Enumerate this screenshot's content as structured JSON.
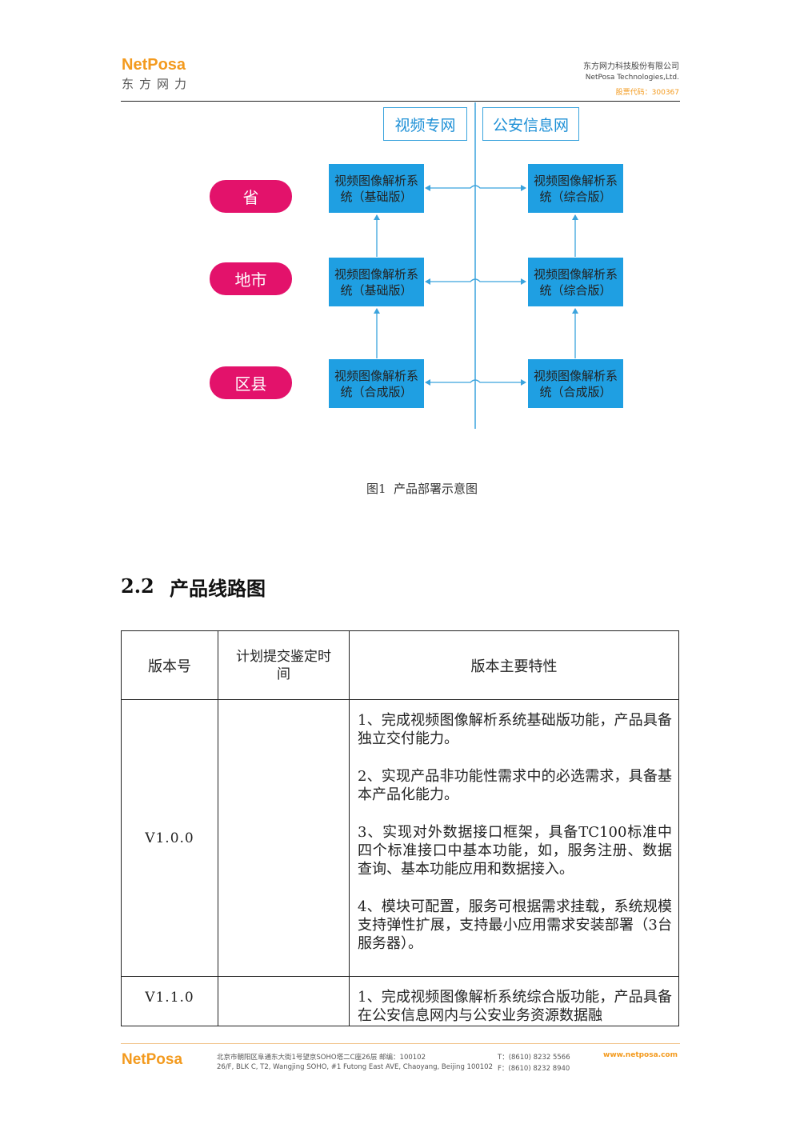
{
  "header": {
    "logo_text": "NetPosa",
    "logo_cn": "东方网力",
    "company_cn": "东方网力科技股份有限公司",
    "company_en": "NetPosa Technologies,Ltd.",
    "stock_code": "股票代码：300367"
  },
  "diagram": {
    "networks": [
      "视频专网",
      "公安信息网"
    ],
    "levels": [
      "省",
      "地市",
      "区县"
    ],
    "left_boxes": [
      {
        "line1": "视频图像解析系",
        "line2": "统（基础版）"
      },
      {
        "line1": "视频图像解析系",
        "line2": "统（基础版）"
      },
      {
        "line1": "视频图像解析系",
        "line2": "统（合成版）"
      }
    ],
    "right_boxes": [
      {
        "line1": "视频图像解析系",
        "line2": "统（综合版）"
      },
      {
        "line1": "视频图像解析系",
        "line2": "统（综合版）"
      },
      {
        "line1": "视频图像解析系",
        "line2": "统（合成版）"
      }
    ],
    "caption": "图1  产品部署示意图"
  },
  "section": {
    "number": "2.2",
    "title": "产品线路图"
  },
  "table": {
    "headers": [
      "版本号",
      "计划提交鉴定时间",
      "版本主要特性"
    ],
    "header2_line1": "计划提交鉴定时",
    "header2_line2": "间",
    "rows": [
      {
        "version": "V1.0.0",
        "date": "",
        "features": [
          "1、完成视频图像解析系统基础版功能，产品具备独立交付能力。",
          "2、实现产品非功能性需求中的必选需求，具备基本产品化能力。",
          "3、实现对外数据接口框架，具备TC100标准中四个标准接口中基本功能，如，服务注册、数据查询、基本功能应用和数据接入。",
          "4、模块可配置，服务可根据需求挂载，系统规模支持弹性扩展，支持最小应用需求安装部署（3台服务器）。"
        ]
      },
      {
        "version": "V1.1.0",
        "date": "",
        "features": [
          "1、完成视频图像解析系统综合版功能，产品具备在公安信息网内与公安业务资源数据融"
        ]
      }
    ]
  },
  "footer": {
    "logo_text": "NetPosa",
    "address_cn": "北京市朝阳区阜通东大街1号望京SOHO塔二C座26层   邮编：100102",
    "address_en": "26/F, BLK C, T2, Wangjing SOHO, #1 Futong East AVE, Chaoyang, Beijing 100102",
    "tel": "T：(8610) 8232 5566",
    "fax": "F：(8610) 8232 8940",
    "url": "www.netposa.com"
  }
}
